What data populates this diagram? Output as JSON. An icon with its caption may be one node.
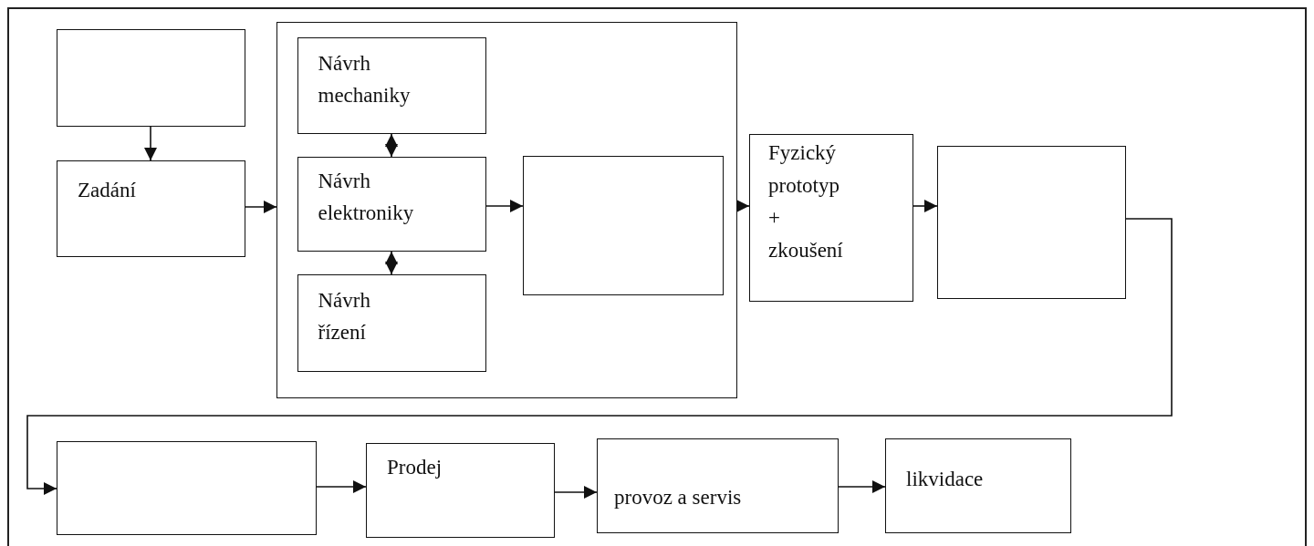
{
  "diagram": {
    "nodes": [
      {
        "text": [],
        "shape": "box"
      },
      {
        "text": [
          "Zadání"
        ]
      },
      {
        "text": [],
        "shape": "box"
      },
      {
        "text": [
          "Návrh mechaniky"
        ],
        "in": 2
      },
      {
        "text": [
          "Návrh elektroniky"
        ],
        "in": 2
      },
      {
        "text": [
          "Návrh řízení"
        ],
        "in": 2
      },
      {
        "text": [],
        "shape": "box",
        "in": 2
      },
      {
        "text": [
          "Fyzický prototyp + zkoušení"
        ]
      },
      {
        "text": [],
        "shape": "box"
      },
      {
        "text": [],
        "shape": "box"
      },
      {
        "text": [
          "Prodej"
        ]
      },
      {
        "text": [
          "provoz a servis"
        ]
      },
      {
        "text": [
          "likvidace"
        ]
      }
    ],
    "edges": [
      {
        "from": 0,
        "to": 1,
        "arrow": "to"
      },
      {
        "from": 1,
        "to": 2,
        "arrow": "to"
      },
      {
        "from": 3,
        "to": 4,
        "arrow": "both"
      },
      {
        "from": 4,
        "to": 5,
        "arrow": "both"
      },
      {
        "from": 4,
        "to": 6,
        "arrow": "to"
      },
      {
        "from": 2,
        "to": 7,
        "arrow": "to"
      },
      {
        "from": 7,
        "to": 8,
        "arrow": "to"
      },
      {
        "from": 8,
        "to": 9,
        "arrow": "to"
      },
      {
        "from": 9,
        "to": 10,
        "arrow": "to"
      },
      {
        "from": 10,
        "to": 11,
        "arrow": "to"
      },
      {
        "from": 11,
        "to": 12,
        "arrow": "to"
      }
    ]
  }
}
